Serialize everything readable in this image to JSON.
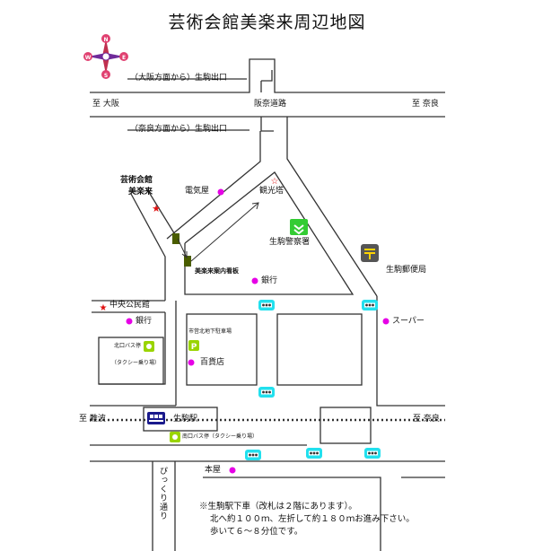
{
  "title": "芸術会館美楽来周辺地図",
  "compass": {
    "n": "N",
    "e": "E",
    "s": "S",
    "w": "W"
  },
  "roads": {
    "from_osaka": "（大阪方面から）生駒出口",
    "from_nara": "（奈良方面から）生駒出口",
    "to_osaka": "至 大阪",
    "to_nara_top": "至 奈良",
    "hanna": "阪奈道路",
    "to_naniwa": "至 難波",
    "to_nara_rail": "至 奈良",
    "hikkuri": "ぴっくり通り"
  },
  "places": {
    "bigakurai_1": "芸術会館",
    "bigakurai_2": "美楽来",
    "denkiya": "電気屋",
    "kankoto": "観光塔",
    "police": "生駒警察署",
    "post": "生駒郵便局",
    "annai": "美楽来案内看板",
    "bank1": "銀行",
    "kominkan": "中央公民館",
    "bank2": "銀行",
    "super": "スーパー",
    "parking": "市営北地下駐車場",
    "depart": "百貨店",
    "north_bus_1": "北口バス停",
    "north_bus_2": "（タクシー乗り場）",
    "station": "生駒駅",
    "south_bus": "南口バス停（タクシー乗り場）",
    "honya": "本屋"
  },
  "note": {
    "l1": "※生駒駅下車（改札は２階にあります）。",
    "l2": "北へ約１００ｍ、左折して約１８０ｍお進み下さい。",
    "l3": "歩いて６～８分位です。"
  },
  "colors": {
    "road": "#333333",
    "dot": "#e600e6",
    "star": "#e01010",
    "signal": "#22e0ee",
    "police": "#33cc33",
    "bus": "#9ad400",
    "sign": "#4a5d00",
    "post": "#555555",
    "station": "#1a1a8c"
  },
  "icons": {
    "compass": "compass-rose-icon",
    "star": "star-icon",
    "police": "police-icon",
    "post": "post-office-icon",
    "bus": "bus-stop-icon",
    "parking": "parking-icon",
    "signal": "traffic-signal-icon",
    "train": "train-icon",
    "sign": "signboard-icon"
  }
}
